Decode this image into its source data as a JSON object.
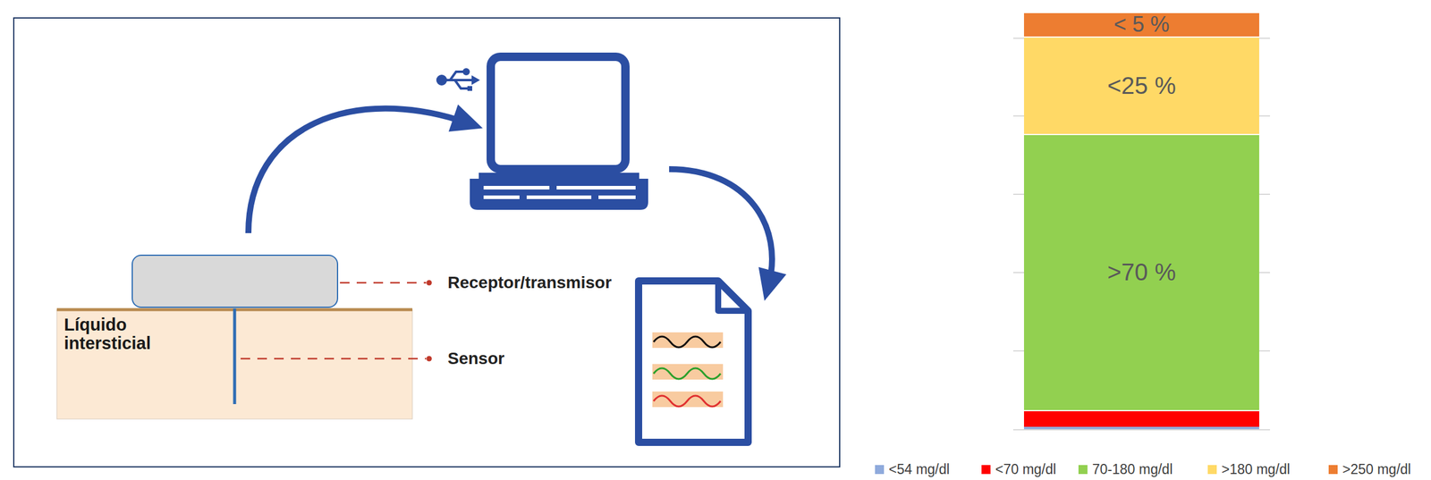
{
  "diagram": {
    "nodes": [
      {
        "text": [
          "Líquido intersticial"
        ]
      },
      {
        "text": [
          "< 5 %"
        ]
      },
      {
        "text": [
          "<25 %"
        ]
      },
      {
        "text": [
          ">70 %"
        ]
      }
    ],
    "labels": [
      "Receptor/transmisor",
      "Sensor"
    ],
    "legend": [
      {
        "text": "<54 mg/dl",
        "color": "#8faadc"
      },
      {
        "text": "<70 mg/dl",
        "color": "#ff0000"
      },
      {
        "text": "70-180 mg/dl",
        "color": "#92d050"
      },
      {
        "text": ">180 mg/dl",
        "color": "#ffd966"
      },
      {
        "text": ">250 mg/dl",
        "color": "#ed7d31"
      }
    ]
  }
}
